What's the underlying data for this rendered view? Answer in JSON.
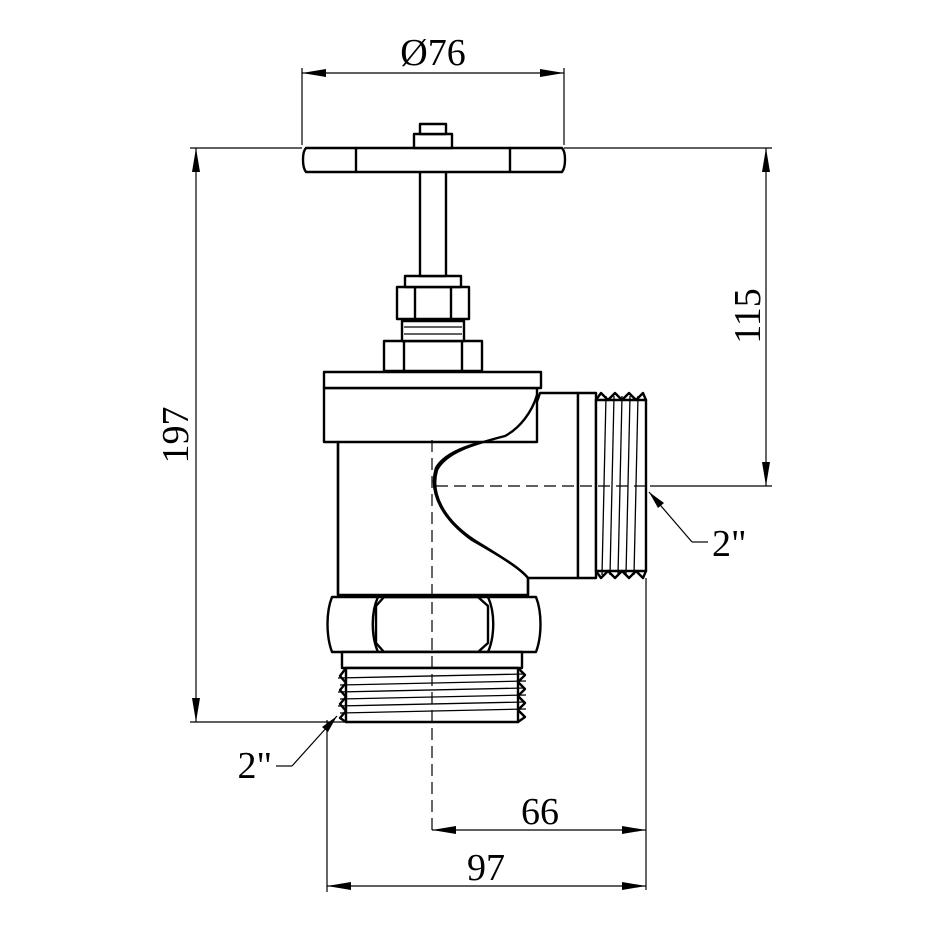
{
  "dimensions": {
    "handwheel_diameter": "Ø76",
    "overall_height": "197",
    "outlet_height": "115",
    "outlet_thread": "2\"",
    "inlet_thread": "2\"",
    "axis_to_outlet": "66",
    "overall_width": "97"
  }
}
